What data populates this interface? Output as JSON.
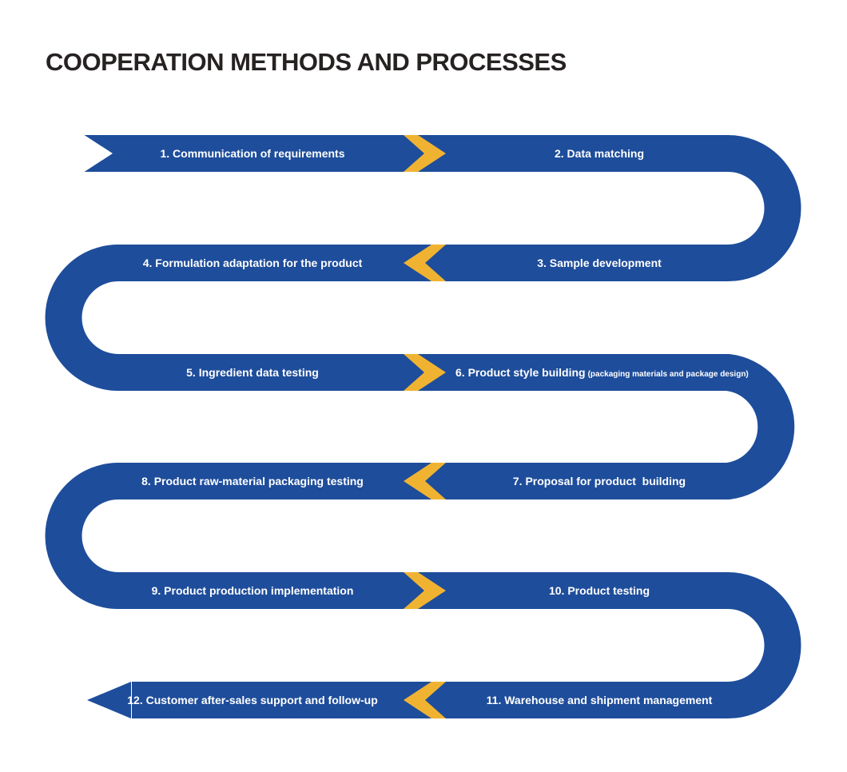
{
  "title": "COOPERATION METHODS AND PROCESSES",
  "colors": {
    "band": "#1e4d9b",
    "chevron": "#f0b331",
    "title": "#272222",
    "background": "#ffffff",
    "label": "#ffffff"
  },
  "flow": {
    "type": "serpentine-process",
    "steps": [
      {
        "num": 1,
        "label": "1. Communication of requirements"
      },
      {
        "num": 2,
        "label": "2. Data matching"
      },
      {
        "num": 3,
        "label": "3. Sample development"
      },
      {
        "num": 4,
        "label": "4. Formulation adaptation for the product"
      },
      {
        "num": 5,
        "label": "5. Ingredient data testing"
      },
      {
        "num": 6,
        "label": "6. Product style building",
        "note": "(packaging materials and package design)"
      },
      {
        "num": 7,
        "label": "7. Proposal for product  building"
      },
      {
        "num": 8,
        "label": "8. Product raw-material packaging testing"
      },
      {
        "num": 9,
        "label": "9. Product production implementation"
      },
      {
        "num": 10,
        "label": "10. Product testing"
      },
      {
        "num": 11,
        "label": "11. Warehouse and shipment management"
      },
      {
        "num": 12,
        "label": "12. Customer after-sales support and follow-up"
      }
    ]
  }
}
